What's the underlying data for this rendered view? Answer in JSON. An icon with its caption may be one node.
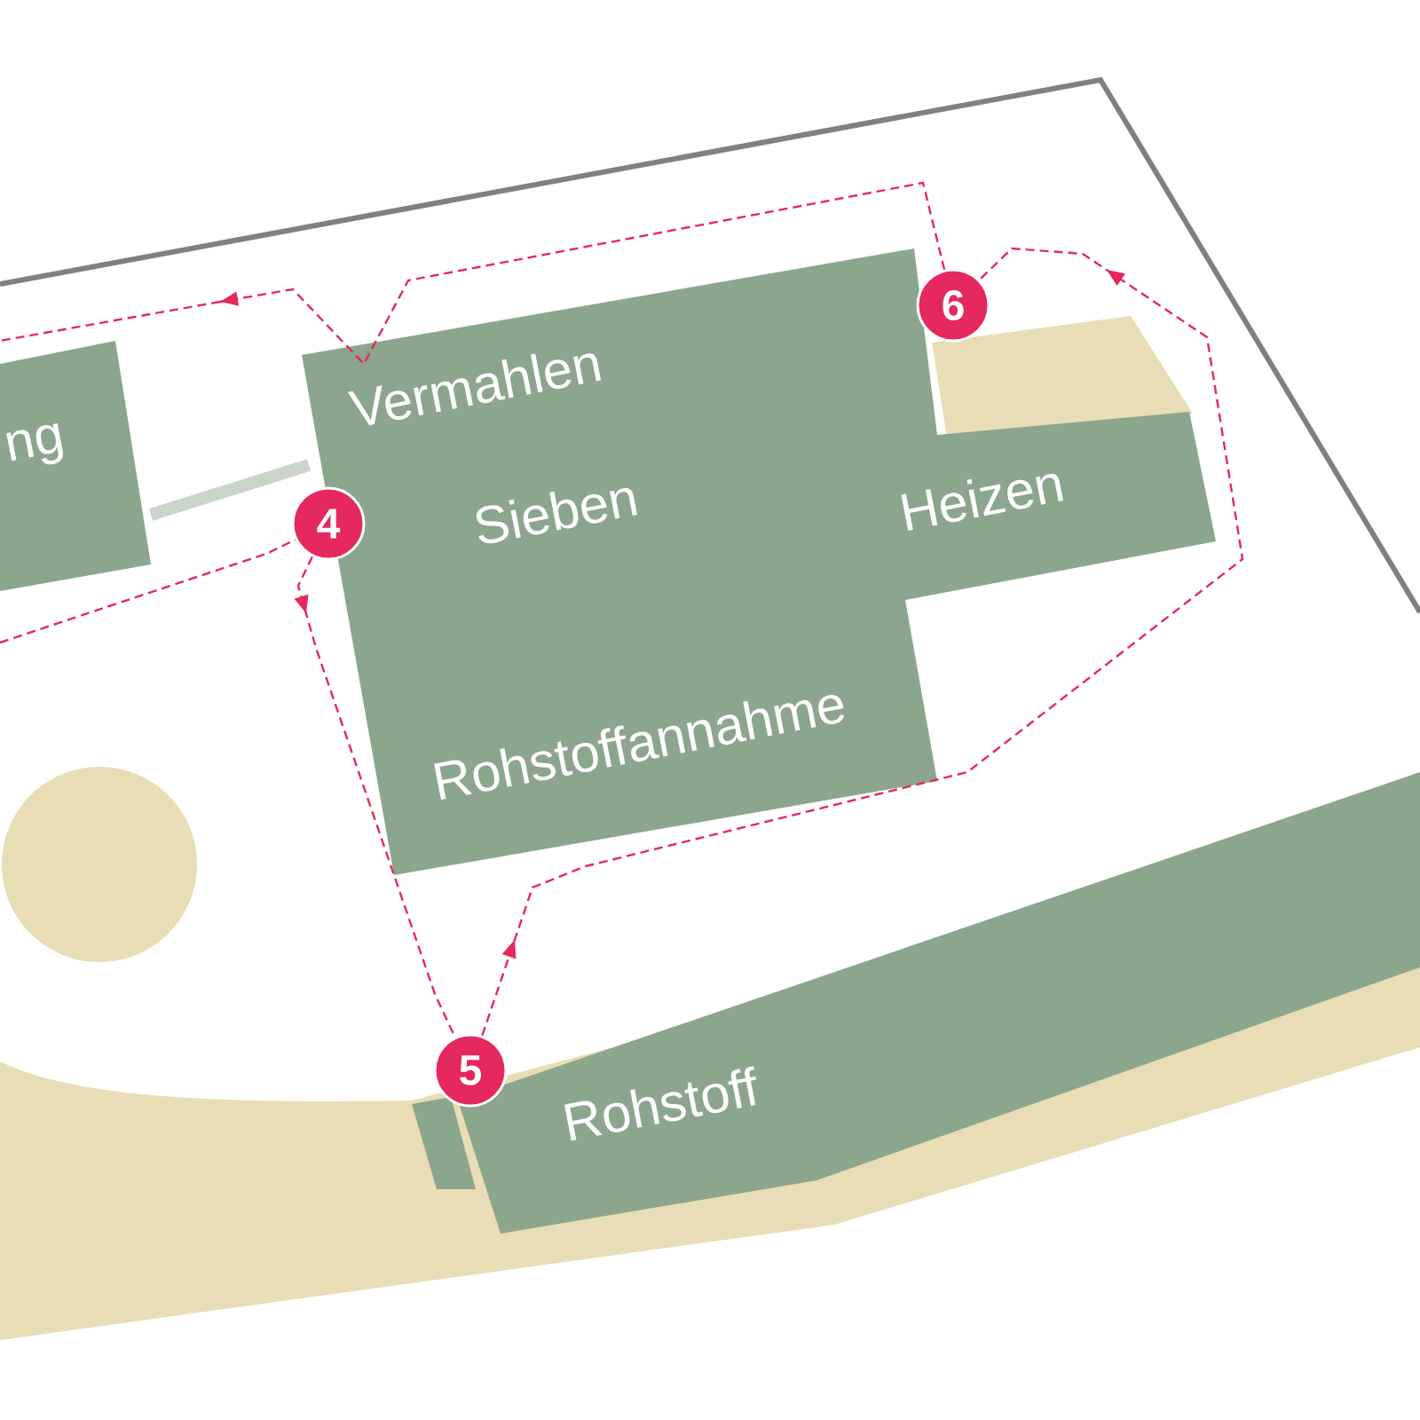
{
  "diagram": {
    "nodes": [
      {
        "text": [
          "ng"
        ]
      },
      {
        "text": [
          "Vermahlen",
          "Sieben",
          "Heizen",
          "Rohstoffannahme"
        ]
      },
      {
        "text": [
          "Rohstoff"
        ]
      },
      {
        "text": [
          "4"
        ]
      },
      {
        "text": [
          "5"
        ]
      },
      {
        "text": [
          "6"
        ]
      },
      {
        "text": [],
        "shape": "circle"
      }
    ],
    "edges": [
      {
        "from": 0,
        "to": 1,
        "arrow": "none",
        "style": "thick",
        "color": "#c9d5c9"
      },
      {
        "from": null,
        "to": 3,
        "arrow": "none",
        "style": "dashed"
      },
      {
        "from": 3,
        "to": 4,
        "arrow": "to",
        "style": "dashed"
      },
      {
        "from": 4,
        "to": 5,
        "arrow": "to",
        "style": "dashed"
      },
      {
        "from": 5,
        "to": null,
        "arrow": "to",
        "style": "dashed"
      }
    ]
  }
}
